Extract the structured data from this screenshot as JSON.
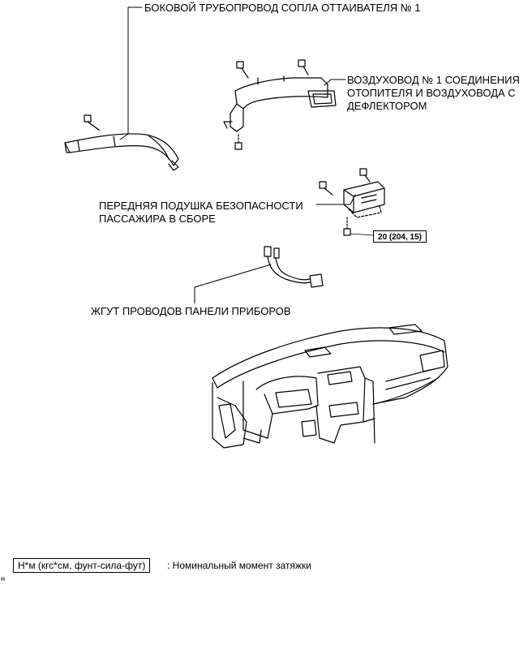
{
  "labels": {
    "side_defroster_duct": "БОКОВОЙ ТРУБОПРОВОД СОПЛА ОТТАИВАТЕЛЯ № 1",
    "heater_duct_line1": "ВОЗДУХОВОД № 1 СОЕДИНЕНИЯ",
    "heater_duct_line2": "ОТОПИТЕЛЯ И ВОЗДУХОВОДА С",
    "heater_duct_line3": "ДЕФЛЕКТОРОМ",
    "airbag_line1": "ПЕРЕДНЯЯ ПОДУШКА БЕЗОПАСНОСТИ",
    "airbag_line2": "ПАССАЖИРА В СБОРЕ",
    "wire_harness": "ЖГУТ ПРОВОДОВ ПАНЕЛИ ПРИБОРОВ"
  },
  "torque_value": "20 (204, 15)",
  "legend": {
    "unit_box": "Н*м (кгс*см, фунт-сила-фут)",
    "description": ": Номинальный момент затяжки"
  },
  "edge_mark": "н"
}
